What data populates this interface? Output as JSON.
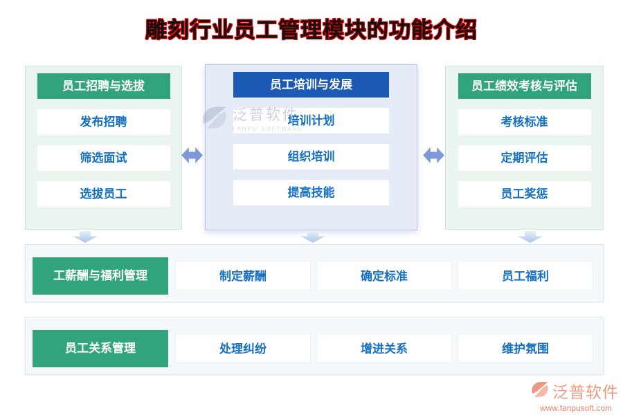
{
  "title": "雕刻行业员工管理模块的功能介绍",
  "top_columns": [
    {
      "header": "员工招聘与选拔",
      "theme": "green",
      "items": [
        "发布招聘",
        "筛选面试",
        "选拔员工"
      ]
    },
    {
      "header": "员工培训与发展",
      "theme": "blue",
      "items": [
        "培训计划",
        "组织培训",
        "提高技能"
      ]
    },
    {
      "header": "员工绩效考核与评估",
      "theme": "green",
      "items": [
        "考核标准",
        "定期评估",
        "员工奖惩"
      ]
    }
  ],
  "bottom_rows": [
    {
      "header": "工薪酬与福利管理",
      "items": [
        "制定薪酬",
        "确定标准",
        "员工福利"
      ]
    },
    {
      "header": "员工关系管理",
      "items": [
        "处理纠纷",
        "增进关系",
        "维护氛围"
      ]
    }
  ],
  "watermarks": {
    "center": {
      "brand": "泛普软件",
      "subtitle": "FANPU SOFTWARE"
    },
    "footer": {
      "brand": "泛普软件",
      "url": "www.fanpusoft.com"
    }
  },
  "colors": {
    "title_text": "#111111",
    "title_outline": "#e60000",
    "green_header": "#31a47c",
    "blue_header": "#1d5ab6",
    "item_text": "#1470c4",
    "green_panel_bg": "#eaf5ef",
    "blue_panel_bg": "#e6ebf8",
    "row_bg": "#f6f9fc",
    "arrow": "#7d99d8",
    "footer_brand": "#ec9b82"
  }
}
